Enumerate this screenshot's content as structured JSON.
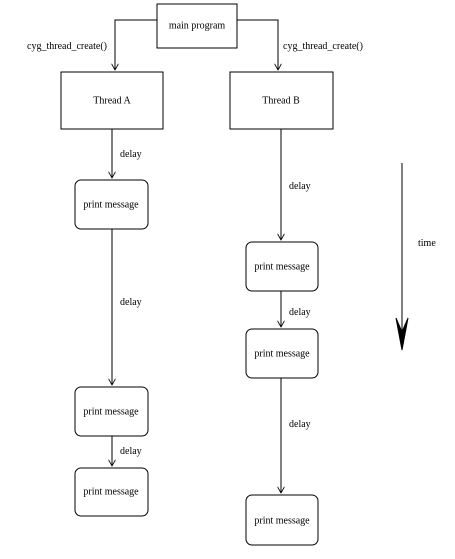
{
  "diagram": {
    "main_program": "main program",
    "create_call_left": "cyg_thread_create()",
    "create_call_right": "cyg_thread_create()",
    "thread_a": "Thread A",
    "thread_b": "Thread B",
    "print_message": "print message",
    "delay": "delay",
    "time": "time"
  },
  "colors": {
    "stroke": "#000000",
    "background": "#ffffff"
  }
}
